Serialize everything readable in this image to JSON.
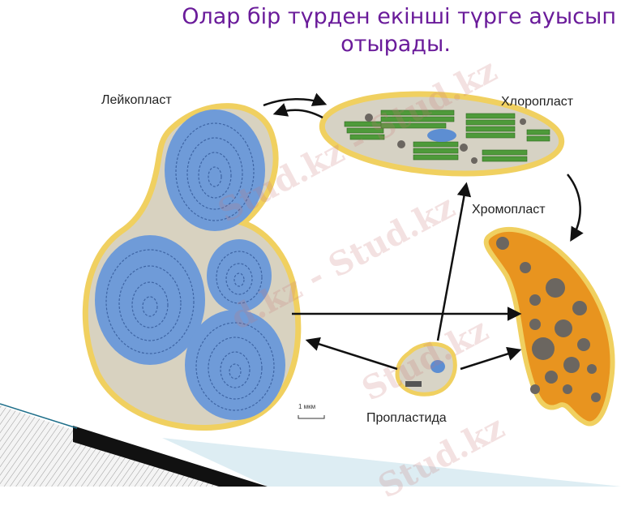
{
  "slide": {
    "title_line1": "Олар бір түрден екінші түрге ауысып",
    "title_line2": "отырады.",
    "title_color": "#6a1b9a"
  },
  "diagram": {
    "labels": {
      "leucoplast": "Лейкопласт",
      "chloroplast": "Хлоропласт",
      "chromoplast": "Хромопласт",
      "proplastid": "Пропластида"
    },
    "scale_bar": "1 мкм",
    "colors": {
      "leucoplast_fill": "#6f9bd8",
      "membrane": "#f0d060",
      "chloroplast_thylakoid": "#4e9a3a",
      "chromoplast_fill": "#e8941f",
      "globule": "#6b6660"
    }
  },
  "watermarks": [
    "Stud.kz - Stud.kz",
    "d.kz - Stud.kz",
    "Stud.kz",
    "Stud.kz"
  ]
}
